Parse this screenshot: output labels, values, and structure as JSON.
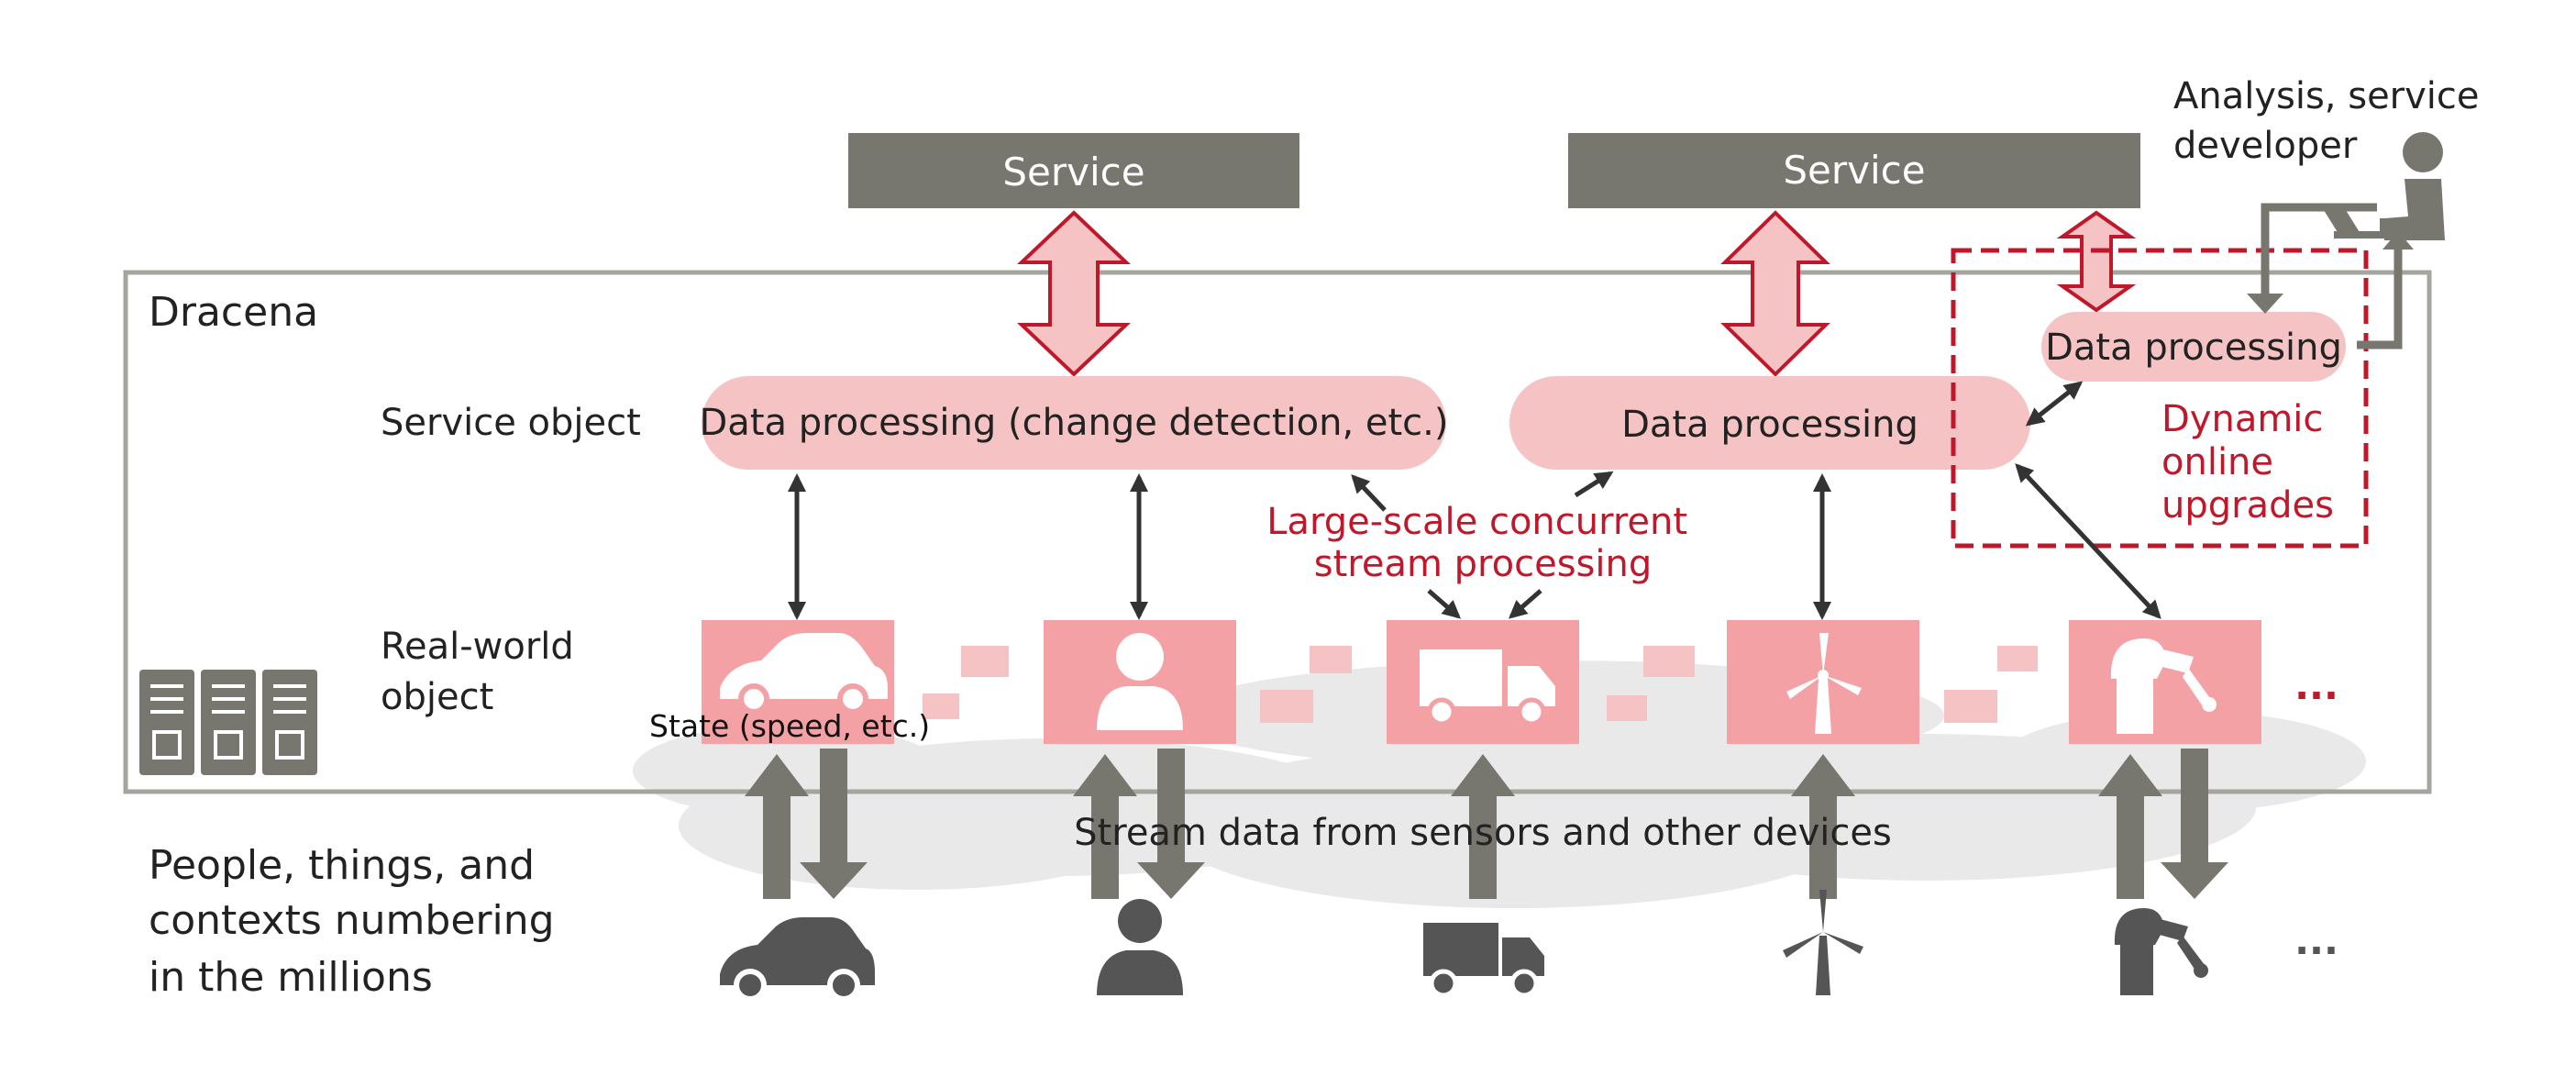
{
  "developer_label": [
    "Analysis, service",
    "developer"
  ],
  "services": [
    {
      "label": "Service"
    },
    {
      "label": "Service"
    }
  ],
  "system_name": "Dracena",
  "row_labels": {
    "service_object": "Service object",
    "real_world_object": [
      "Real-world",
      "object"
    ]
  },
  "service_objects": [
    {
      "label": "Data processing (change detection, etc.)"
    },
    {
      "label": "Data processing"
    },
    {
      "label": "Data processing"
    }
  ],
  "dynamic_upgrades_label": [
    "Dynamic",
    "online",
    "upgrades"
  ],
  "concurrent_label": [
    "Large-scale concurrent",
    "stream processing"
  ],
  "state_label": "State (speed, etc.)",
  "stream_label": "Stream data from sensors and other devices",
  "population_label": [
    "People, things, and",
    "contexts numbering",
    "in the millions"
  ],
  "ellipsis": "...",
  "real_world_objects": [
    {
      "icon": "car-icon"
    },
    {
      "icon": "person-icon"
    },
    {
      "icon": "truck-icon"
    },
    {
      "icon": "wind-turbine-icon"
    },
    {
      "icon": "robot-arm-icon"
    }
  ],
  "colors": {
    "service_box": "#77766f",
    "pink_fill": "#f4a1a5",
    "pale_pink": "#f6c3c4",
    "accent_red": "#c0182b",
    "frame_gray": "#a5a49e",
    "dark_gray": "#555555",
    "cloud": "#e9e9e9"
  }
}
